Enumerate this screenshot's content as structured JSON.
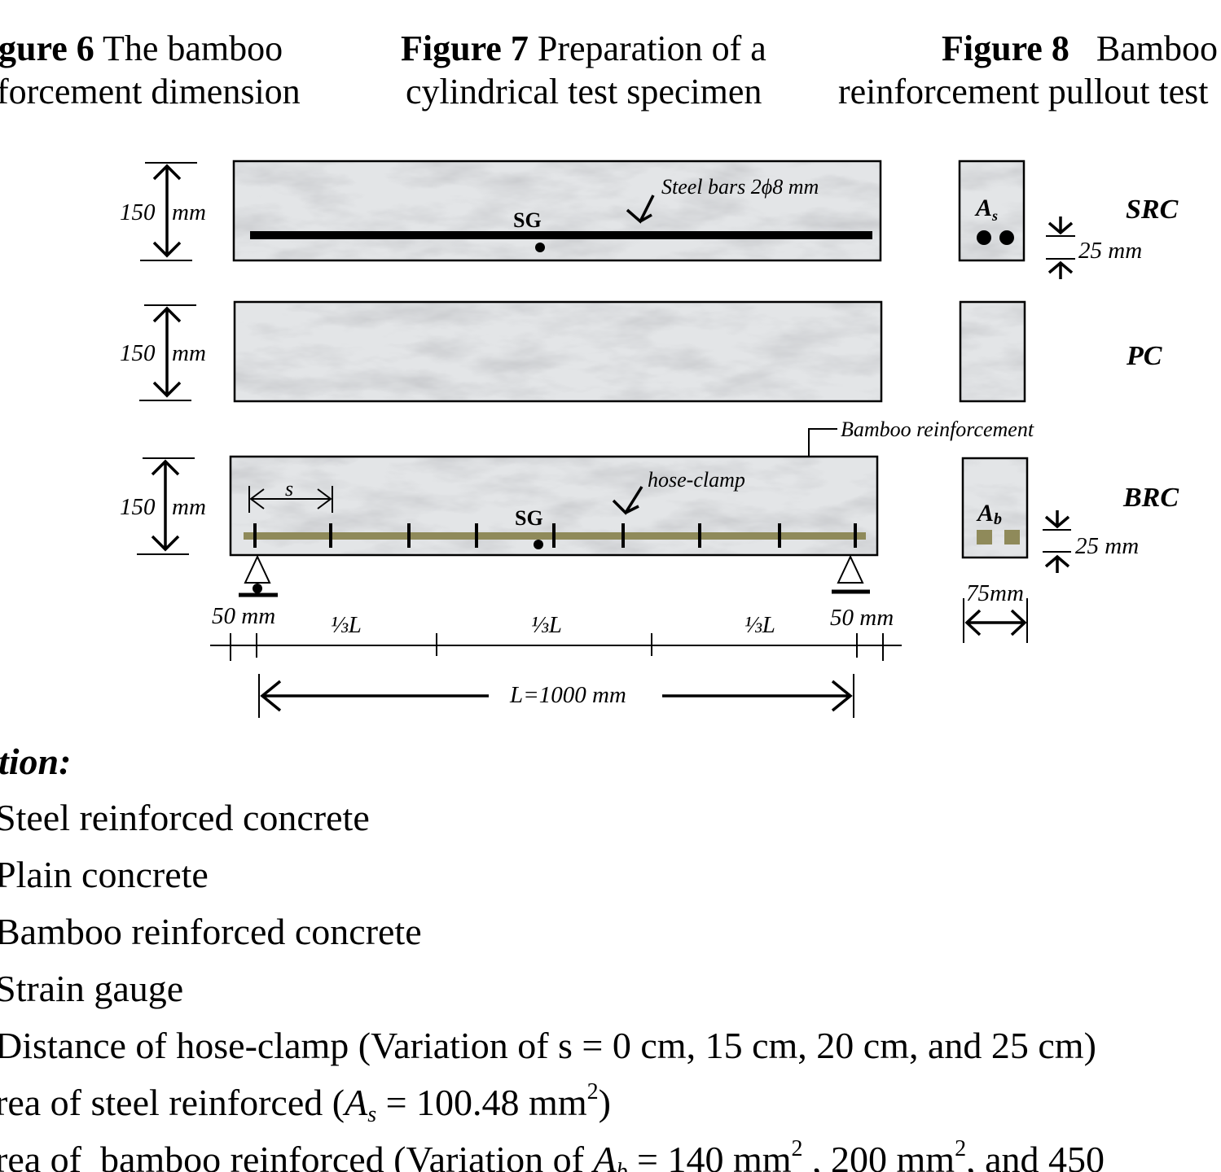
{
  "captions": [
    {
      "bold": "gure 6",
      "rest": " The bamboo",
      "line2": "forcement dimension"
    },
    {
      "bold": "Figure 7",
      "rest": " Preparation of a",
      "line2": "cylindrical test specimen"
    },
    {
      "bold": "Figure 8",
      "rest": "   Bamboo",
      "line2": "reinforcement pullout test"
    }
  ],
  "diagram": {
    "height_num": "150",
    "height_unit": "mm",
    "steel_label": "Steel bars 2ϕ8 mm",
    "sg": "SG",
    "as_label": "A",
    "as_sub": "s",
    "ab_label": "A",
    "ab_sub": "b",
    "src": "SRC",
    "pc": "PC",
    "brc": "BRC",
    "cover": "25 mm",
    "bamboo_label": "Bamboo reinforcement",
    "hose_label": "hose-clamp",
    "s_label": "s",
    "width_label": "75mm",
    "edge_label": "50 mm",
    "third_label": "⅓L",
    "span_label": "L=1000 mm",
    "colors": {
      "bamboo": "#8f8a5a",
      "concrete": "#e3e5e7"
    }
  },
  "legend": {
    "title": "tion:",
    "items": [
      "Steel reinforced concrete",
      "Plain concrete",
      "Bamboo reinforced concrete",
      "Strain gauge",
      "Distance of hose-clamp (Variation of s = 0 cm, 15 cm, 20 cm, and 25 cm)"
    ],
    "steel_area": {
      "a": "rea of steel reinforced (",
      "sym": "A",
      "sub": "s",
      "eq": " = 100.48 mm",
      "sup": "2",
      "end": ")"
    },
    "bamboo_area": {
      "a": "rea of  bamboo reinforced (Variation of ",
      "sym": "A",
      "sub": "b",
      "eq": " = 140 mm",
      "sup": "2",
      "mid": " , 200 mm",
      "sup2": "2",
      "end": ", and 450"
    }
  }
}
